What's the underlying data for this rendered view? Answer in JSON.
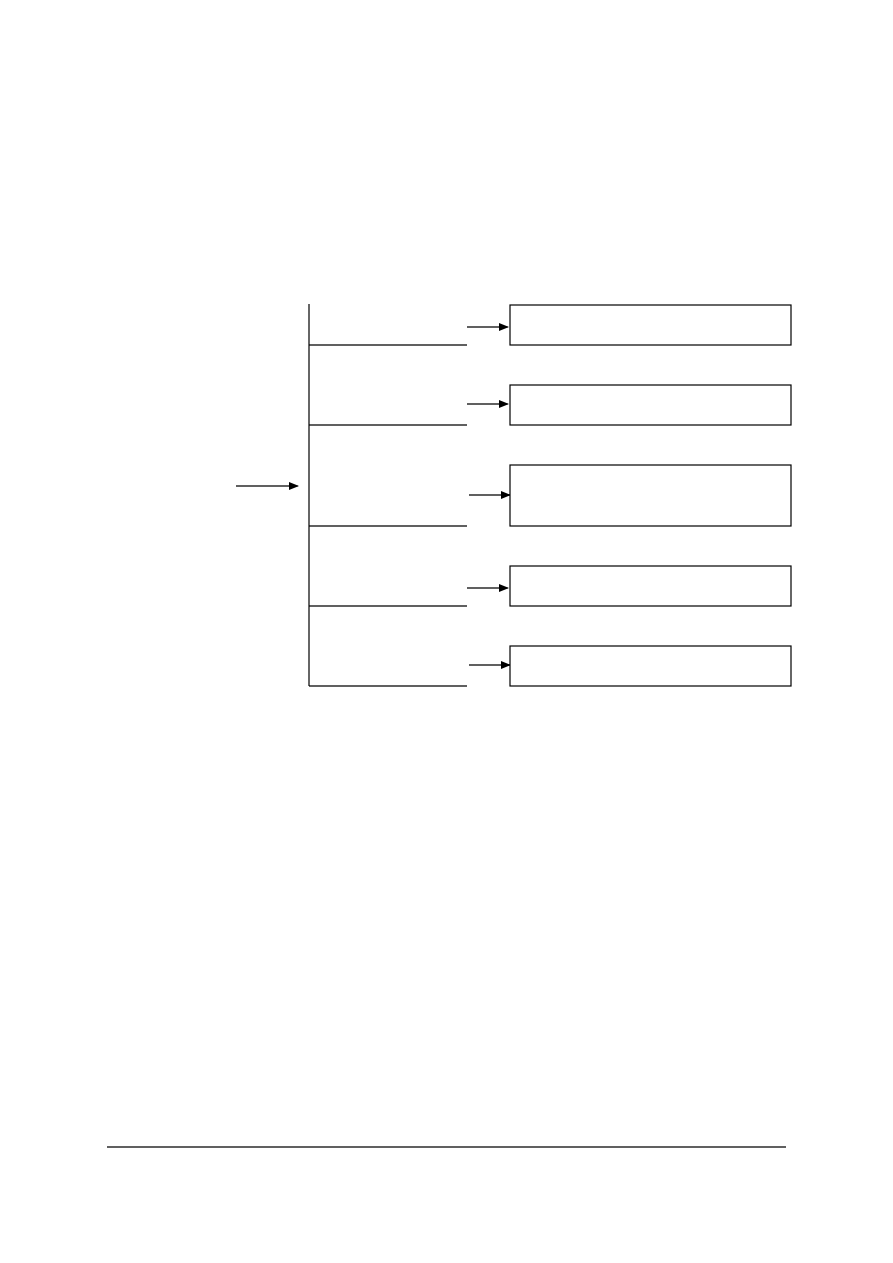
{
  "diagram": {
    "line_color": "#000000",
    "background": "#ffffff",
    "branches": [
      {
        "id": "branch-1",
        "box_label": ""
      },
      {
        "id": "branch-2",
        "box_label": ""
      },
      {
        "id": "branch-3",
        "box_label": ""
      },
      {
        "id": "branch-4",
        "box_label": ""
      },
      {
        "id": "branch-5",
        "box_label": ""
      }
    ]
  },
  "footer": {
    "text": ""
  }
}
